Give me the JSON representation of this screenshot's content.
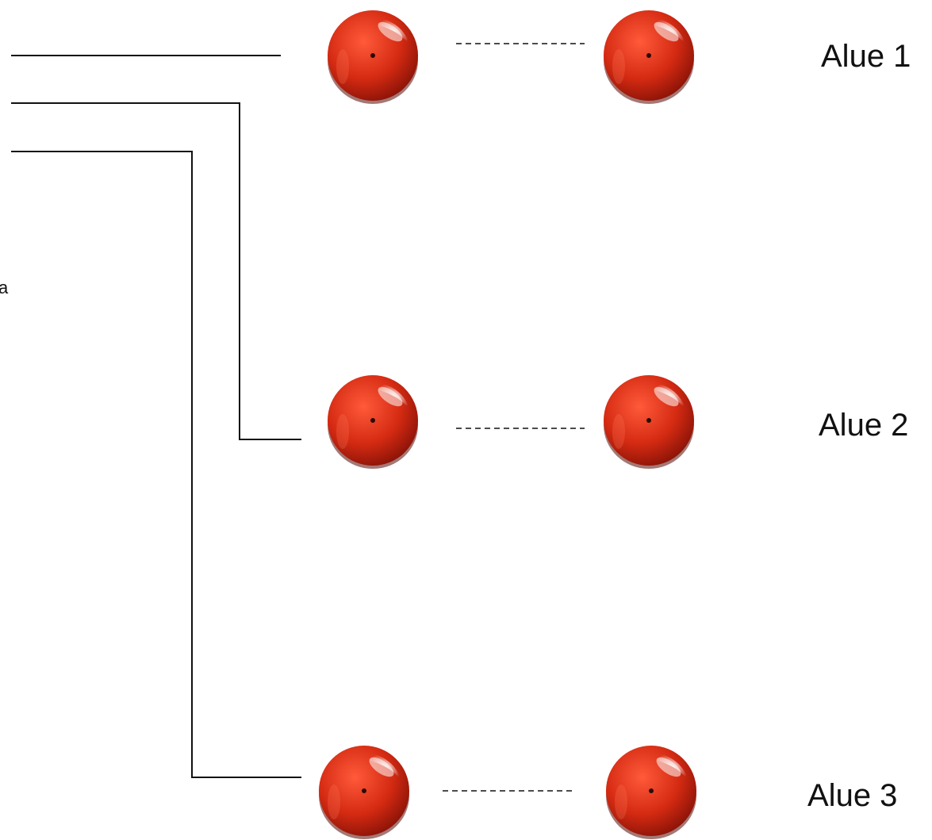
{
  "edge_fragment": "a",
  "zones": [
    {
      "label": "Alue 1"
    },
    {
      "label": "Alue 2"
    },
    {
      "label": "Alue 3"
    }
  ],
  "colors": {
    "bell": "#d42a12",
    "bell_dark": "#8a1208",
    "bell_highlight": "#ffffff",
    "wire": "#111111"
  },
  "icons": [
    "bell-icon"
  ]
}
